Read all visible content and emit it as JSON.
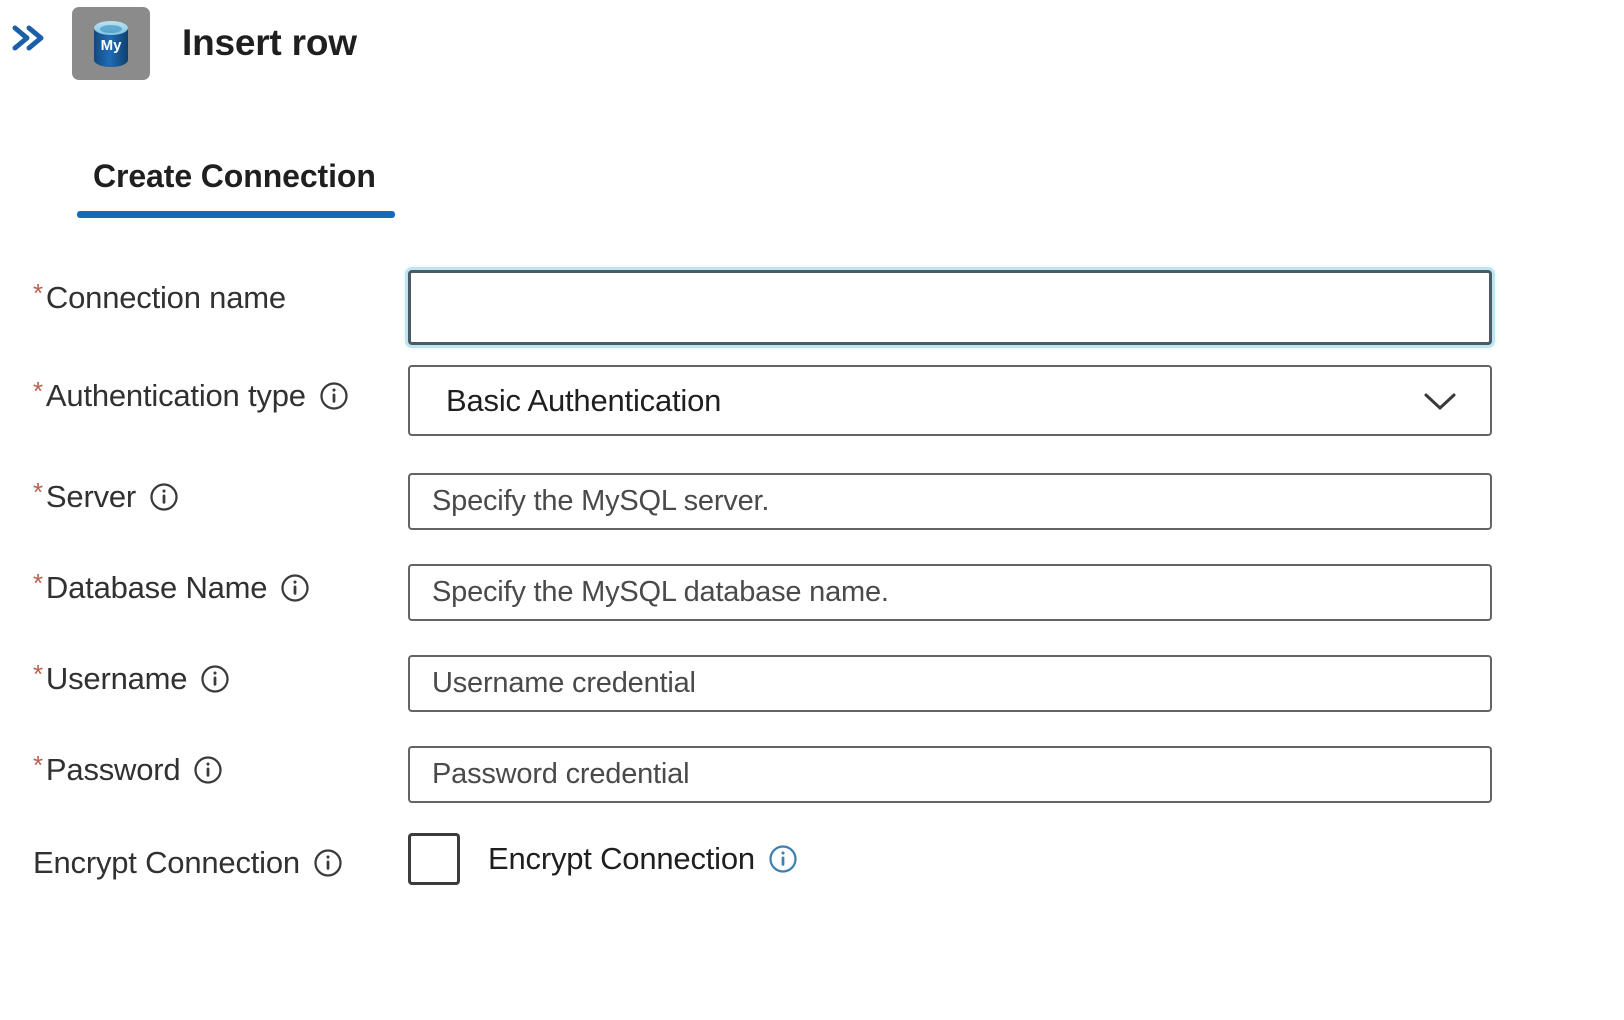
{
  "header": {
    "expand_icon": "double-chevron-right-icon",
    "app_icon": "mysql-database-icon",
    "app_icon_text": "My",
    "title": "Insert row"
  },
  "tabs": [
    {
      "label": "Create Connection",
      "active": true
    }
  ],
  "form": {
    "fields": [
      {
        "label": "Connection name",
        "required": true,
        "has_info_icon": false,
        "control": "text",
        "value": "",
        "placeholder": "",
        "focused": true
      },
      {
        "label": "Authentication type",
        "required": true,
        "has_info_icon": true,
        "control": "dropdown",
        "value": "Basic Authentication",
        "placeholder": "",
        "focused": false
      },
      {
        "label": "Server",
        "required": true,
        "has_info_icon": true,
        "control": "text",
        "value": "",
        "placeholder": "Specify the MySQL server.",
        "focused": false
      },
      {
        "label": "Database Name",
        "required": true,
        "has_info_icon": true,
        "control": "text",
        "value": "",
        "placeholder": "Specify the MySQL database name.",
        "focused": false
      },
      {
        "label": "Username",
        "required": true,
        "has_info_icon": true,
        "control": "text",
        "value": "",
        "placeholder": "Username credential",
        "focused": false
      },
      {
        "label": "Password",
        "required": true,
        "has_info_icon": true,
        "control": "text",
        "value": "",
        "placeholder": "Password credential",
        "focused": false
      },
      {
        "label": "Encrypt Connection",
        "required": false,
        "has_info_icon": true,
        "control": "checkbox",
        "checkbox_label": "Encrypt Connection",
        "checked": false,
        "focused": false
      }
    ],
    "required_marker": "*"
  },
  "colors": {
    "accent_blue": "#1668b8",
    "required_red": "#b8604d",
    "border_gray": "#646464",
    "focus_border": "#4a5b66",
    "focus_glow": "#bfe4f2",
    "icon_tile_gray": "#8b8b8b",
    "mysql_blue": "#1b5f9e",
    "info_icon_gray": "#3a3a3a",
    "info_icon_blue": "#3c7fb1",
    "text_primary": "#1f1f1f"
  }
}
